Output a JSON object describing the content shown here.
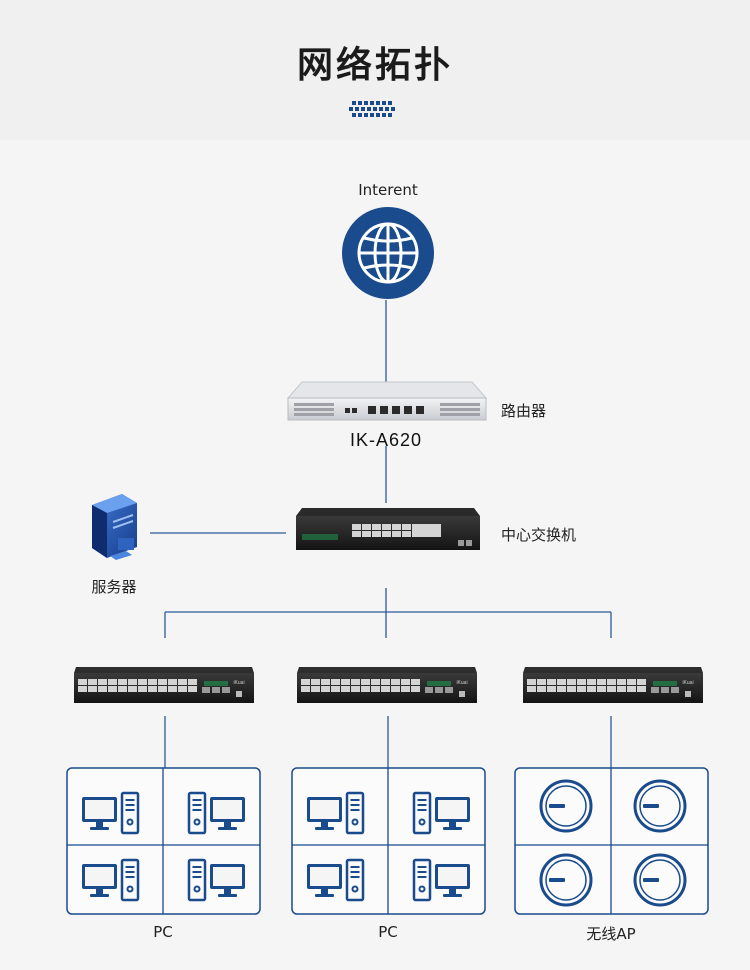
{
  "title": "网络拓扑",
  "internet_label": "Interent",
  "router": {
    "name": "路由器",
    "model": "IK-A620"
  },
  "core_switch": {
    "name": "中心交换机"
  },
  "server": {
    "name": "服务器"
  },
  "groups": [
    {
      "label": "PC",
      "type": "pc"
    },
    {
      "label": "PC",
      "type": "pc"
    },
    {
      "label": "无线AP",
      "type": "ap"
    }
  ],
  "colors": {
    "accent": "#1a4b8c",
    "line": "#2a5a9a",
    "device_dark": "#1c1c1c",
    "router_silver": "#d8dadd"
  },
  "icons": [
    "globe-icon",
    "server-tower-icon",
    "monitor-icon",
    "pc-tower-icon",
    "access-point-icon"
  ]
}
